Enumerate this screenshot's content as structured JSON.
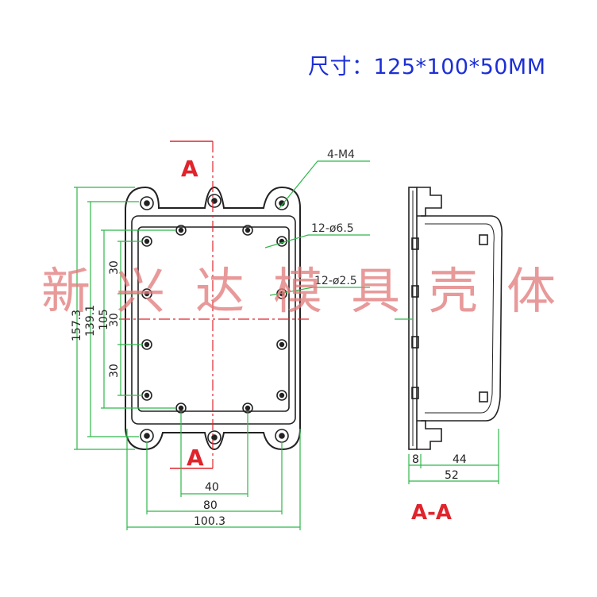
{
  "title": "尺寸：125*100*50MM",
  "callouts": {
    "screw_holes": "4-M4",
    "mount_holes": "12-ø6.5",
    "small_holes": "12-ø2.5"
  },
  "section_marks": {
    "top": "A",
    "bottom": "A",
    "view": "A-A"
  },
  "vertical_dims": [
    "157.3",
    "139.1",
    "105",
    "30",
    "30",
    "30"
  ],
  "horizontal_dims": [
    "40",
    "80",
    "100.3"
  ],
  "side_dims": [
    "8",
    "44",
    "52"
  ],
  "watermark": [
    "新",
    "兴",
    "达",
    "模",
    "具",
    "壳",
    "体"
  ],
  "colors": {
    "dimension": "#2fb84a",
    "outline": "#222222",
    "section": "#e0242c",
    "title": "#1c2fd6",
    "watermark": "#e27d7d"
  }
}
